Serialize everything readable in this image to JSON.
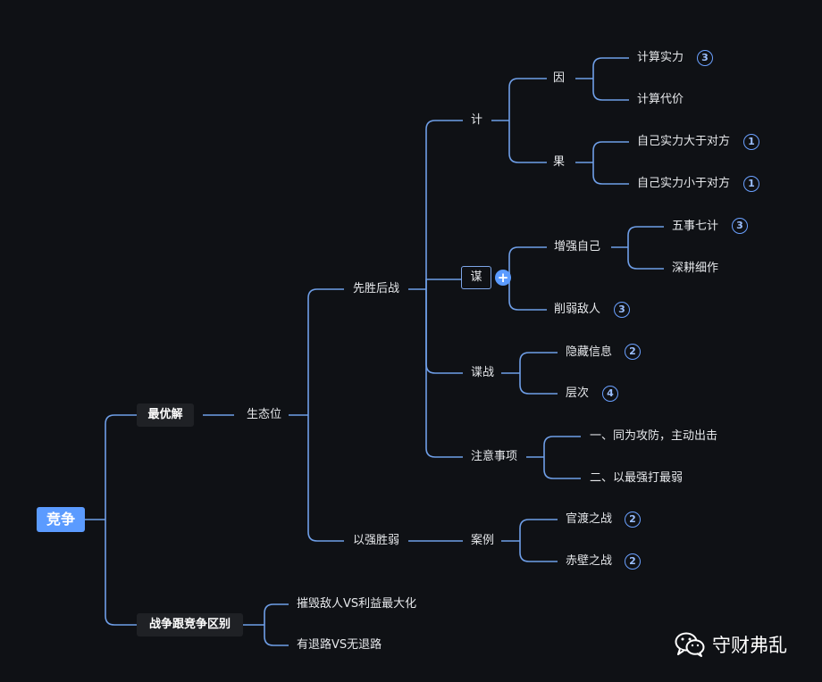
{
  "root": "竞争",
  "colors": {
    "background": "#0f1115",
    "accent": "#5b9bff",
    "line": "#6f9fe8",
    "badge": "#6aa0ff"
  },
  "nodes": {
    "zuiyoujie": "最优解",
    "shengtaiwei": "生态位",
    "xianshenghouzhan": "先胜后战",
    "ji": "计",
    "yin": "因",
    "jisuanshili": "计算实力",
    "jisuandaijia": "计算代价",
    "guo": "果",
    "dayu": "自己实力大于对方",
    "xiaoyu": "自己实力小于对方",
    "mou": "谋",
    "zengqiang": "增强自己",
    "wushiqiji": "五事七计",
    "shengengxizuo": "深耕细作",
    "xueruo": "削弱敌人",
    "diezhan": "谍战",
    "yincang": "隐藏信息",
    "cengci": "层次",
    "zhuyi": "注意事项",
    "tonggong": "一、同为攻防，主动出击",
    "yizuiqiang": "二、以最强打最弱",
    "yiqiangshengruo": "以强胜弱",
    "anli": "案例",
    "guandu": "官渡之战",
    "chibi": "赤壁之战",
    "qubie": "战争跟竞争区别",
    "cuihui": "摧毁敌人VS利益最大化",
    "tuilu": "有退路VS无退路"
  },
  "badges": {
    "jisuanshili": "3",
    "dayu": "1",
    "xiaoyu": "1",
    "wushiqiji": "3",
    "xueruo": "3",
    "yincang": "2",
    "cengci": "4",
    "guandu": "2",
    "chibi": "2"
  },
  "plus_symbol": "+",
  "watermark": {
    "icon": "wechat-icon",
    "text": "守财弗乱"
  }
}
